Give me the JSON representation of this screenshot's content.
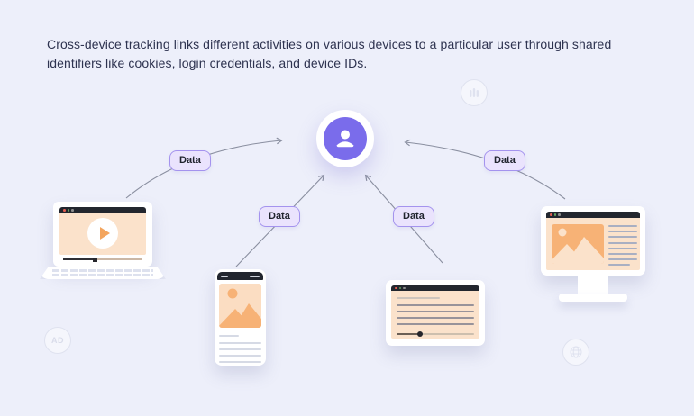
{
  "page": {
    "background_color": "#edeffa",
    "description": "Cross-device tracking links different activities on various devices to a particular user through shared identifiers like cookies, login credentials, and device IDs."
  },
  "diagram": {
    "center_node": {
      "type": "user",
      "icon": "user-avatar-icon",
      "color": "#7a6ceb"
    },
    "connections": [
      {
        "from": "laptop",
        "to": "user",
        "label": "Data"
      },
      {
        "from": "smartphone",
        "to": "user",
        "label": "Data"
      },
      {
        "from": "tablet",
        "to": "user",
        "label": "Data"
      },
      {
        "from": "desktop",
        "to": "user",
        "label": "Data"
      }
    ],
    "devices": [
      {
        "name": "laptop",
        "content": "video-player"
      },
      {
        "name": "smartphone",
        "content": "article-with-image"
      },
      {
        "name": "tablet",
        "content": "text-document-with-scrubber"
      },
      {
        "name": "desktop",
        "content": "article-with-image-and-text"
      }
    ],
    "watermarks": {
      "ad_label": "AD",
      "icons": [
        "bar-chart-icon",
        "ad-badge-icon",
        "globe-icon"
      ]
    }
  },
  "colors": {
    "accent_purple": "#7a6ceb",
    "label_fill": "#eae3fd",
    "label_border": "#a493ee",
    "screen_peach": "#fbe2cb",
    "placeholder_orange": "#f7b276",
    "browser_bar_dark": "#22262e",
    "arrow_gray": "#8a8fa0",
    "text_dark": "#2e3350"
  }
}
